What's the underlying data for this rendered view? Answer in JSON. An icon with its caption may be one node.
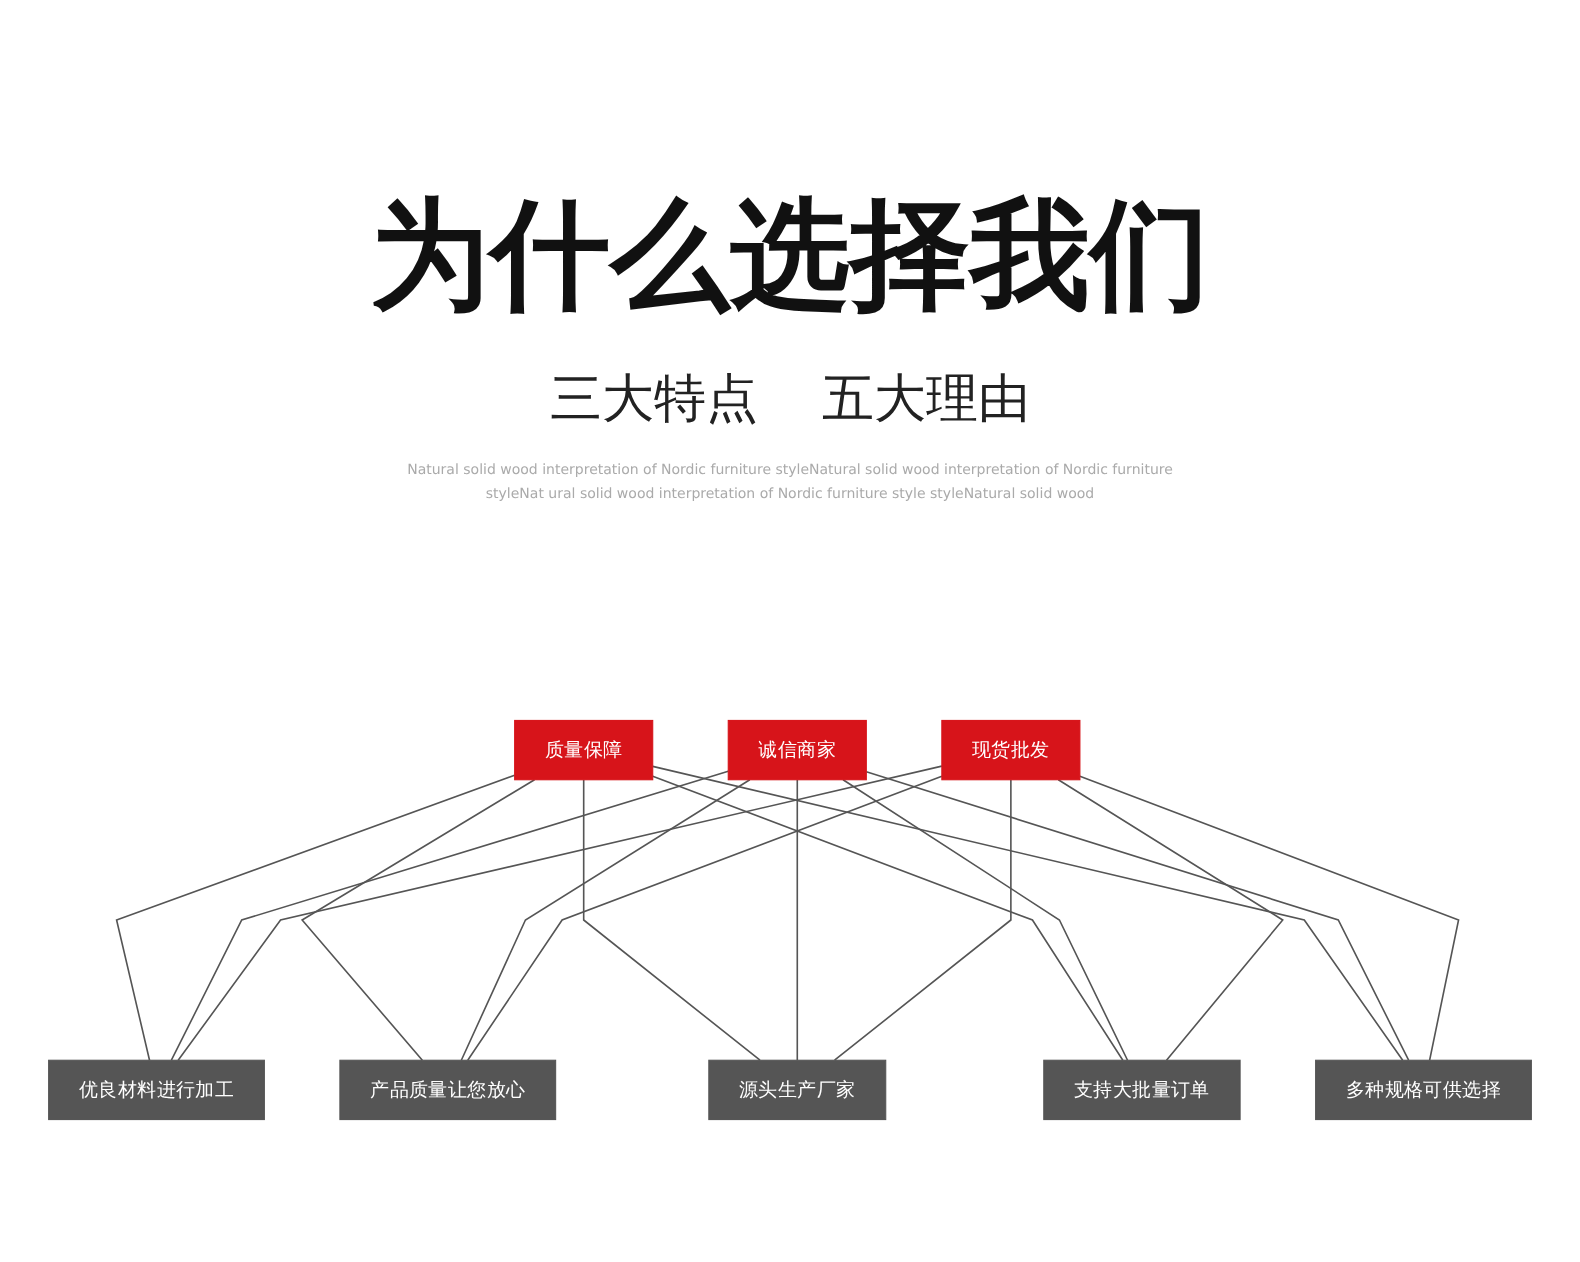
{
  "diagram": {
    "title": "为什么选择我们",
    "nodes": [
      {
        "text": [
          "质量保障"
        ]
      },
      {
        "text": [
          "诚信商家"
        ]
      },
      {
        "text": [
          "现货批发"
        ]
      },
      {
        "text": [
          "优良材料进行加工"
        ]
      },
      {
        "text": [
          "产品质量让您放心"
        ]
      },
      {
        "text": [
          "源头生产厂家"
        ]
      },
      {
        "text": [
          "支持大批量订单"
        ]
      },
      {
        "text": [
          "多种规格可供选择"
        ]
      }
    ],
    "edges": [
      {
        "from": 0,
        "to": 3,
        "arrow": "none"
      },
      {
        "from": 0,
        "to": 4,
        "arrow": "none"
      },
      {
        "from": 0,
        "to": 5,
        "arrow": "none"
      },
      {
        "from": 0,
        "to": 6,
        "arrow": "none"
      },
      {
        "from": 0,
        "to": 7,
        "arrow": "none"
      },
      {
        "from": 1,
        "to": 3,
        "arrow": "none"
      },
      {
        "from": 1,
        "to": 4,
        "arrow": "none"
      },
      {
        "from": 1,
        "to": 5,
        "arrow": "none"
      },
      {
        "from": 1,
        "to": 6,
        "arrow": "none"
      },
      {
        "from": 1,
        "to": 7,
        "arrow": "none"
      },
      {
        "from": 2,
        "to": 3,
        "arrow": "none"
      },
      {
        "from": 2,
        "to": 4,
        "arrow": "none"
      },
      {
        "from": 2,
        "to": 5,
        "arrow": "none"
      },
      {
        "from": 2,
        "to": 6,
        "arrow": "none"
      },
      {
        "from": 2,
        "to": 7,
        "arrow": "none"
      }
    ],
    "labels": [
      "三大特点",
      "五大理由",
      "Natural solid wood interpretation of Nordic furniture styleNatural solid wood interpretation of Nordic furniture styleNat ural solid wood interpretation of Nordic furniture style styleNatural solid wood"
    ]
  }
}
